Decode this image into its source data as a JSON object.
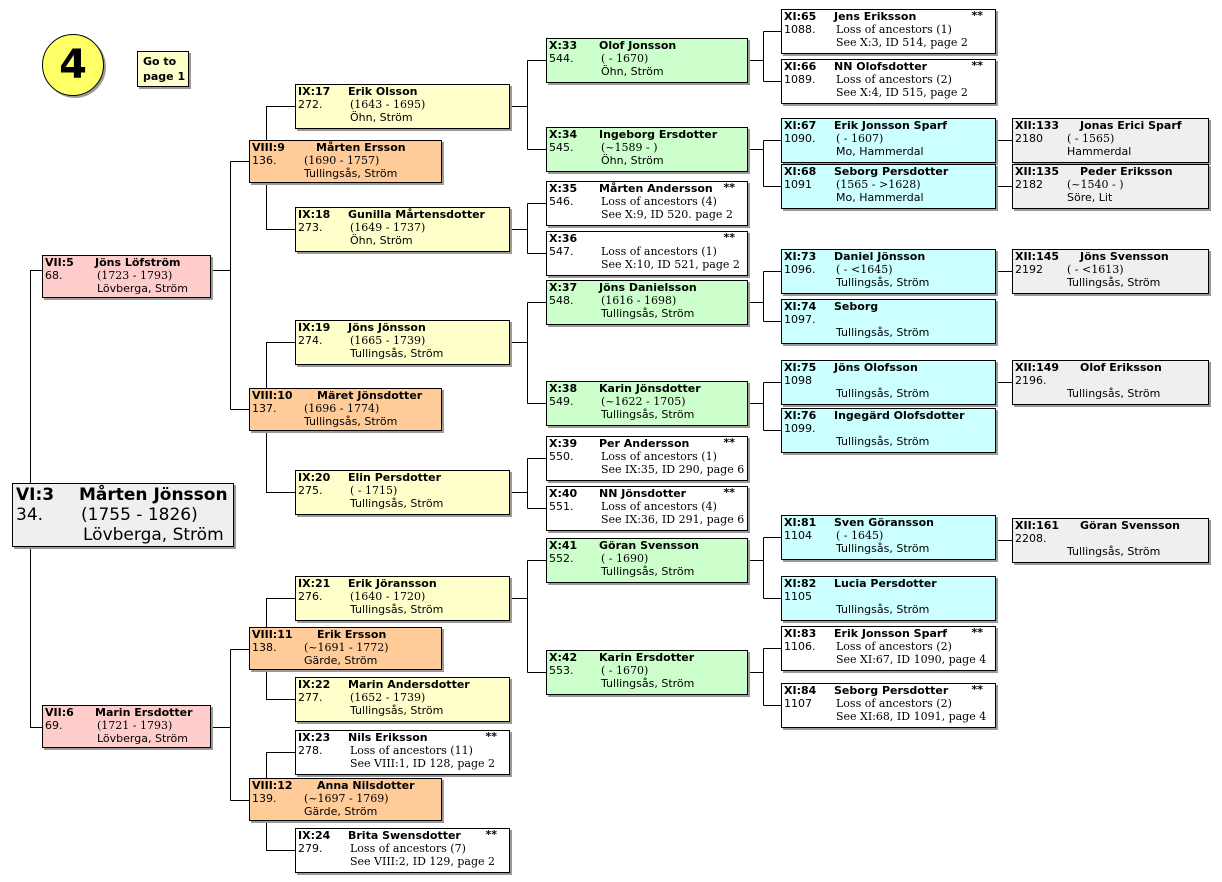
{
  "page_badge": "4",
  "goto_button": {
    "line1": "Go to",
    "line2": "page 1"
  },
  "root": {
    "code": "VI:3",
    "name": "Mårten Jönsson",
    "num": "34.",
    "dates": "(1755 - 1826)",
    "place": "Lövberga, Ström"
  },
  "people": [
    {
      "id": "p5",
      "code": "VII:5",
      "name": "Jöns Löfström",
      "num": "68.",
      "l2": "(1723 - 1793)",
      "l3": "Lövberga, Ström",
      "stars": ""
    },
    {
      "id": "p6",
      "code": "VII:6",
      "name": "Marin Ersdotter",
      "num": "69.",
      "l2": "(1721 - 1793)",
      "l3": "Lövberga, Ström",
      "stars": ""
    },
    {
      "id": "p9",
      "code": "VIII:9",
      "name": "Mårten Ersson",
      "num": "136.",
      "l2": "(1690 - 1757)",
      "l3": "Tullingsås, Ström",
      "stars": ""
    },
    {
      "id": "p10",
      "code": "VIII:10",
      "name": "Märet Jönsdotter",
      "num": "137.",
      "l2": "(1696 - 1774)",
      "l3": "Tullingsås, Ström",
      "stars": ""
    },
    {
      "id": "p11",
      "code": "VIII:11",
      "name": "Erik Ersson",
      "num": "138.",
      "l2": "(~1691 - 1772)",
      "l3": "Gärde, Ström",
      "stars": ""
    },
    {
      "id": "p12",
      "code": "VIII:12",
      "name": "Anna Nilsdotter",
      "num": "139.",
      "l2": "(~1697 - 1769)",
      "l3": "Gärde, Ström",
      "stars": ""
    },
    {
      "id": "p17",
      "code": "IX:17",
      "name": "Erik Olsson",
      "num": "272.",
      "l2": "(1643 - 1695)",
      "l3": "Öhn, Ström",
      "stars": ""
    },
    {
      "id": "p18",
      "code": "IX:18",
      "name": "Gunilla Mårtensdotter",
      "num": "273.",
      "l2": "(1649 - 1737)",
      "l3": "Öhn, Ström",
      "stars": ""
    },
    {
      "id": "p19",
      "code": "IX:19",
      "name": "Jöns Jönsson",
      "num": "274.",
      "l2": "(1665 - 1739)",
      "l3": "Tullingsås, Ström",
      "stars": ""
    },
    {
      "id": "p20",
      "code": "IX:20",
      "name": "Elin Persdotter",
      "num": "275.",
      "l2": "( - 1715)",
      "l3": "Tullingsås, Ström",
      "stars": ""
    },
    {
      "id": "p21",
      "code": "IX:21",
      "name": "Erik Jöransson",
      "num": "276.",
      "l2": "(1640 - 1720)",
      "l3": "Tullingsås, Ström",
      "stars": ""
    },
    {
      "id": "p22",
      "code": "IX:22",
      "name": "Marin Andersdotter",
      "num": "277.",
      "l2": "(1652 - 1739)",
      "l3": "Tullingsås, Ström",
      "stars": ""
    },
    {
      "id": "p23",
      "code": "IX:23",
      "name": "Nils Eriksson",
      "num": "278.",
      "l2": "Loss of ancestors (11)",
      "l3": "See VIII:1, ID 128, page 2",
      "stars": "**"
    },
    {
      "id": "p24",
      "code": "IX:24",
      "name": "Brita Swensdotter",
      "num": "279.",
      "l2": "Loss of ancestors (7)",
      "l3": "See VIII:2, ID 129, page 2",
      "stars": "**"
    },
    {
      "id": "p33",
      "code": "X:33",
      "name": "Olof Jonsson",
      "num": "544.",
      "l2": "( - 1670)",
      "l3": "Öhn, Ström",
      "stars": ""
    },
    {
      "id": "p34",
      "code": "X:34",
      "name": "Ingeborg Ersdotter",
      "num": "545.",
      "l2": "(~1589 - )",
      "l3": "Öhn, Ström",
      "stars": ""
    },
    {
      "id": "p35",
      "code": "X:35",
      "name": "Mårten Andersson",
      "num": "546.",
      "l2": "Loss of ancestors (4)",
      "l3": "See X:9, ID 520. page 2",
      "stars": "**"
    },
    {
      "id": "p36",
      "code": "X:36",
      "name": "",
      "num": "547.",
      "l2": "Loss of ancestors (1)",
      "l3": "See X:10, ID 521, page 2",
      "stars": "**"
    },
    {
      "id": "p37",
      "code": "X:37",
      "name": "Jöns Danielsson",
      "num": "548.",
      "l2": "(1616 - 1698)",
      "l3": "Tullingsås, Ström",
      "stars": ""
    },
    {
      "id": "p38",
      "code": "X:38",
      "name": "Karin Jönsdotter",
      "num": "549.",
      "l2": "(~1622 - 1705)",
      "l3": "Tullingsås, Ström",
      "stars": ""
    },
    {
      "id": "p39",
      "code": "X:39",
      "name": "Per Andersson",
      "num": "550.",
      "l2": "Loss of ancestors (1)",
      "l3": "See IX:35, ID 290, page 6",
      "stars": "**"
    },
    {
      "id": "p40",
      "code": "X:40",
      "name": "NN Jönsdotter",
      "num": "551.",
      "l2": "Loss of ancestors (4)",
      "l3": "See IX:36, ID 291, page 6",
      "stars": "**"
    },
    {
      "id": "p41",
      "code": "X:41",
      "name": "Göran Svensson",
      "num": "552.",
      "l2": "( - 1690)",
      "l3": "Tullingsås, Ström",
      "stars": ""
    },
    {
      "id": "p42",
      "code": "X:42",
      "name": "Karin Ersdotter",
      "num": "553.",
      "l2": "( - 1670)",
      "l3": "Tullingsås, Ström",
      "stars": ""
    },
    {
      "id": "p65",
      "code": "XI:65",
      "name": "Jens Eriksson",
      "num": "1088.",
      "l2": "Loss of ancestors (1)",
      "l3": "See X:3, ID 514, page 2",
      "stars": "**"
    },
    {
      "id": "p66",
      "code": "XI:66",
      "name": "NN Olofsdotter",
      "num": "1089.",
      "l2": "Loss of ancestors (2)",
      "l3": "See X:4, ID 515, page 2",
      "stars": "**"
    },
    {
      "id": "p67",
      "code": "XI:67",
      "name": "Erik Jonsson Sparf",
      "num": "1090.",
      "l2": "( - 1607)",
      "l3": "Mo, Hammerdal",
      "stars": ""
    },
    {
      "id": "p68",
      "code": "XI:68",
      "name": "Seborg Persdotter",
      "num": "1091",
      "l2": "(1565 - >1628)",
      "l3": "Mo, Hammerdal",
      "stars": ""
    },
    {
      "id": "p73",
      "code": "XI:73",
      "name": "Daniel Jönsson",
      "num": "1096.",
      "l2": "( - <1645)",
      "l3": "Tullingsås, Ström",
      "stars": ""
    },
    {
      "id": "p74",
      "code": "XI:74",
      "name": "Seborg",
      "num": "1097.",
      "l2": "",
      "l3": "Tullingsås, Ström",
      "stars": ""
    },
    {
      "id": "p75",
      "code": "XI:75",
      "name": "Jöns Olofsson",
      "num": "1098",
      "l2": "",
      "l3": "Tullingsås, Ström",
      "stars": ""
    },
    {
      "id": "p76",
      "code": "XI:76",
      "name": "Ingegärd Olofsdotter",
      "num": "1099.",
      "l2": "",
      "l3": "Tullingsås, Ström",
      "stars": ""
    },
    {
      "id": "p81",
      "code": "XI:81",
      "name": "Sven Göransson",
      "num": "1104",
      "l2": "( - 1645)",
      "l3": "Tullingsås, Ström",
      "stars": ""
    },
    {
      "id": "p82",
      "code": "XI:82",
      "name": "Lucia Persdotter",
      "num": "1105",
      "l2": "",
      "l3": "Tullingsås, Ström",
      "stars": ""
    },
    {
      "id": "p83",
      "code": "XI:83",
      "name": "Erik Jonsson Sparf",
      "num": "1106.",
      "l2": "Loss of ancestors (2)",
      "l3": "See XI:67, ID 1090, page 4",
      "stars": "**"
    },
    {
      "id": "p84",
      "code": "XI:84",
      "name": "Seborg Persdotter",
      "num": "1107",
      "l2": "Loss of ancestors (2)",
      "l3": "See XI:68, ID 1091, page 4",
      "stars": "**"
    },
    {
      "id": "p133",
      "code": "XII:133",
      "name": "Jonas Erici Sparf",
      "num": "2180",
      "l2": "( - 1565)",
      "l3": "Hammerdal",
      "stars": ""
    },
    {
      "id": "p135",
      "code": "XII:135",
      "name": "Peder Eriksson",
      "num": "2182",
      "l2": "(~1540 - )",
      "l3": "Söre, Lit",
      "stars": ""
    },
    {
      "id": "p145",
      "code": "XII:145",
      "name": "Jöns Svensson",
      "num": "2192",
      "l2": "( - <1613)",
      "l3": "Tullingsås, Ström",
      "stars": ""
    },
    {
      "id": "p149",
      "code": "XII:149",
      "name": "Olof Eriksson",
      "num": "2196.",
      "l2": "",
      "l3": "Tullingsås, Ström",
      "stars": ""
    },
    {
      "id": "p161",
      "code": "XII:161",
      "name": "Göran Svensson",
      "num": "2208.",
      "l2": "",
      "l3": "Tullingsås, Ström",
      "stars": ""
    }
  ]
}
